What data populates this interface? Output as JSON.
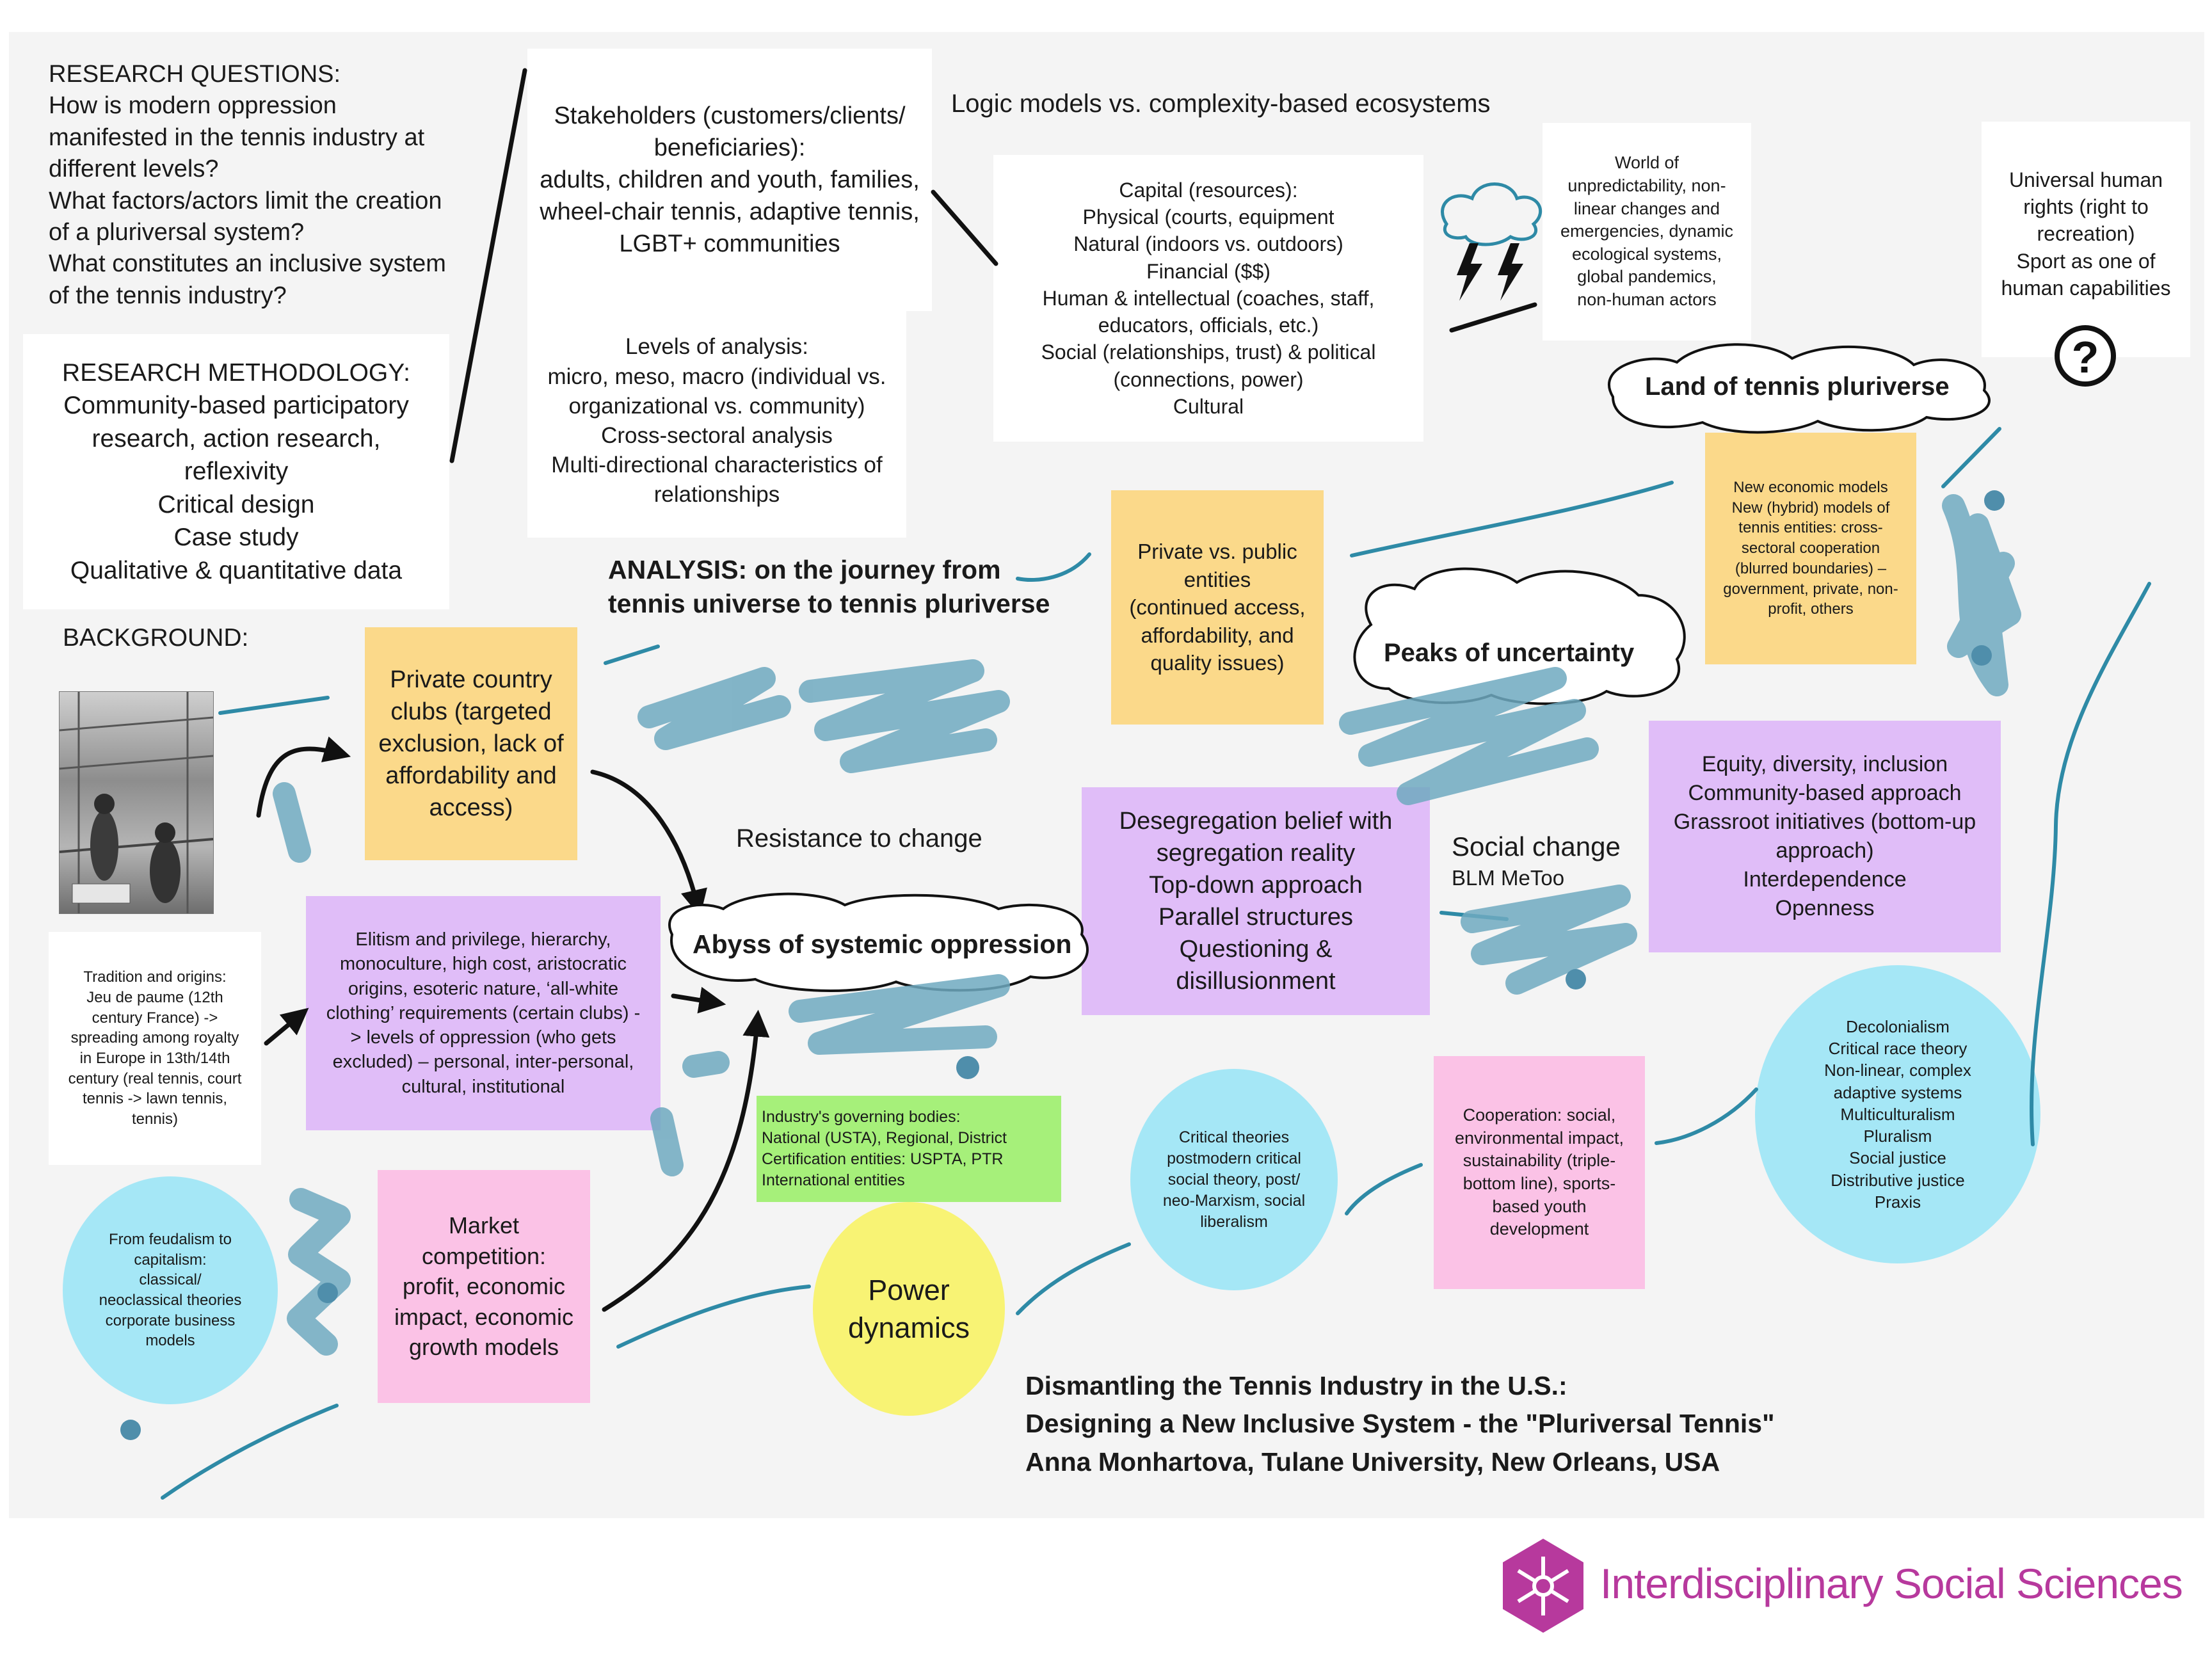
{
  "research_questions": {
    "heading": "RESEARCH QUESTIONS:",
    "lines": [
      "How is modern oppression",
      "manifested in the tennis industry at",
      "different levels?",
      "What factors/actors limit the creation",
      "of a pluriversal system?",
      "What constitutes an inclusive system",
      "of the tennis industry?"
    ]
  },
  "research_methodology": {
    "heading": "RESEARCH METHODOLOGY:",
    "lines": [
      "Community-based participatory",
      "research, action research,",
      "reflexivity",
      "Critical design",
      "Case study",
      "Qualitative & quantitative data"
    ]
  },
  "background_label": "BACKGROUND:",
  "stakeholders": {
    "lines": [
      "Stakeholders (customers/clients/",
      "beneficiaries):",
      "adults, children and youth, families,",
      "wheel-chair tennis, adaptive tennis,",
      "LGBT+ communities"
    ]
  },
  "levels": {
    "lines": [
      "Levels of analysis:",
      "micro, meso, macro (individual vs.",
      "organizational vs. community)",
      "Cross-sectoral analysis",
      "Multi-directional characteristics of",
      "relationships"
    ]
  },
  "logic_models_title": "Logic models vs. complexity-based ecosystems",
  "capital": {
    "lines": [
      "Capital (resources):",
      "Physical (courts, equipment",
      "Natural (indoors vs. outdoors)",
      "Financial ($$)",
      "Human & intellectual (coaches, staff,",
      "educators, officials, etc.)",
      "Social (relationships, trust) & political",
      "(connections, power)",
      "Cultural"
    ]
  },
  "world": {
    "lines": [
      "World of",
      "unpredictability, non-",
      "linear changes and",
      "emergencies, dynamic",
      "ecological systems,",
      "global pandemics,",
      "non-human actors"
    ]
  },
  "human_rights": {
    "lines": [
      "Universal human",
      "rights (right to",
      "recreation)",
      "Sport as one of",
      "human capabilities"
    ],
    "icon": "question-circle-icon"
  },
  "land_label": "Land of tennis pluriverse",
  "new_economic": {
    "lines": [
      "New economic models",
      "New (hybrid) models of",
      "tennis entities: cross-",
      "sectoral cooperation",
      "(blurred boundaries) –",
      "government, private, non-",
      "profit, others"
    ]
  },
  "analysis": {
    "lines": [
      "ANALYSIS: on the journey from",
      "tennis universe to tennis pluriverse"
    ]
  },
  "private_public": {
    "lines": [
      "Private vs. public",
      "entities",
      "(continued access,",
      "affordability, and",
      "quality issues)"
    ]
  },
  "peaks_label": "Peaks of  uncertainty",
  "private_clubs": {
    "lines": [
      "Private country",
      "clubs (targeted",
      "exclusion, lack of",
      "affordability and",
      "access)"
    ]
  },
  "resistance_label": "Resistance to change",
  "abyss_label": "Abyss of systemic oppression",
  "desegregation": {
    "lines": [
      "Desegregation belief with",
      "segregation reality",
      "Top-down approach",
      "Parallel structures",
      "Questioning &",
      "disillusionment"
    ]
  },
  "social_change": {
    "title": "Social change",
    "sub": "BLM   MeToo"
  },
  "equity": {
    "lines": [
      "Equity, diversity, inclusion",
      "Community-based approach",
      "Grassroot initiatives (bottom-up",
      "approach)",
      "Interdependence",
      "Openness"
    ]
  },
  "tradition": {
    "lines": [
      "Tradition and origins:",
      "Jeu de paume (12th",
      "century France) ->",
      "spreading among royalty",
      "in Europe in 13th/14th",
      "century (real tennis, court",
      "tennis -> lawn tennis,",
      "tennis)"
    ]
  },
  "elitism": {
    "lines": [
      "Elitism and privilege, hierarchy,",
      "monoculture, high cost, aristocratic",
      "origins, esoteric nature, ‘all-white",
      "clothing’ requirements (certain clubs) -",
      "> levels of oppression (who gets",
      "excluded) – personal, inter-personal,",
      "cultural, institutional"
    ]
  },
  "governing": {
    "lines": [
      "Industry's governing bodies:",
      "National (USTA), Regional, District",
      "Certification entities: USPTA, PTR",
      "International entities"
    ]
  },
  "critical_theories": {
    "lines": [
      "Critical theories",
      "postmodern critical",
      "social theory, post/",
      "neo-Marxism, social",
      "liberalism"
    ]
  },
  "cooperation": {
    "lines": [
      "Cooperation: social,",
      "environmental impact,",
      "sustainability (triple-",
      "bottom line), sports-",
      "based youth",
      "development"
    ]
  },
  "decolonialism": {
    "lines": [
      "Decolonialism",
      "Critical race theory",
      "Non-linear, complex",
      "adaptive systems",
      "Multiculturalism",
      "Pluralism",
      "Social justice",
      "Distributive justice",
      "Praxis"
    ]
  },
  "feudalism": {
    "lines": [
      "From feudalism to",
      "capitalism:",
      "classical/",
      "neoclassical theories",
      "corporate business",
      "models"
    ]
  },
  "market": {
    "lines": [
      "Market competition:",
      "profit, economic",
      "impact, economic",
      "growth models"
    ]
  },
  "power": {
    "lines": [
      "Power",
      "dynamics"
    ]
  },
  "title_block": {
    "lines": [
      "Dismantling the Tennis Industry in the U.S.:",
      "Designing a New Inclusive System - the \"Pluriversal Tennis\"",
      "Anna Monhartova, Tulane University, New Orleans, USA"
    ]
  },
  "footer": {
    "brand": "Interdisciplinary Social Sciences",
    "color": "#b7399d"
  },
  "colors": {
    "scribble": "#6fa9c0",
    "stroke": "#2e8aa6"
  }
}
